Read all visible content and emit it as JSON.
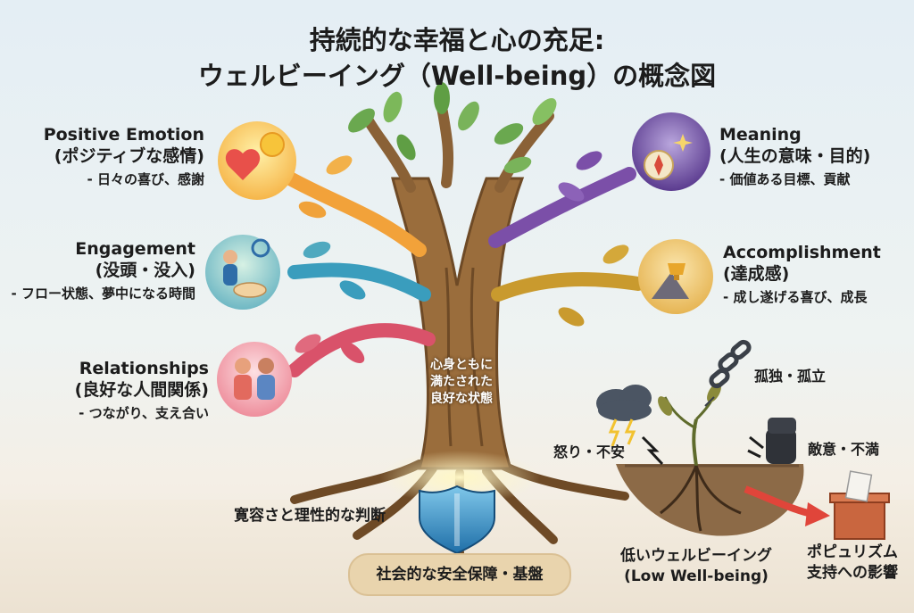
{
  "title_line1": "持続的な幸福と心の充足:",
  "title_line2": "ウェルビーイング（Well-being）の概念図",
  "left": [
    {
      "en": "Positive Emotion",
      "jp": "(ポジティブな感情)",
      "sub": "- 日々の喜び、感謝"
    },
    {
      "en": "Engagement",
      "jp": "(没頭・没入)",
      "sub": "- フロー状態、夢中になる時間"
    },
    {
      "en": "Relationships",
      "jp": "(良好な人間関係)",
      "sub": "- つながり、支え合い"
    }
  ],
  "right": [
    {
      "en": "Meaning",
      "jp": "(人生の意味・目的)",
      "sub": "- 価値ある目標、貢献"
    },
    {
      "en": "Accomplishment",
      "jp": "(達成感)",
      "sub": "- 成し遂げる喜び、成長"
    }
  ],
  "trunk_text": [
    "心身ともに",
    "満たされた",
    "良好な状態"
  ],
  "tolerance": "寛容さと理性的な判断",
  "safety": "社会的な安全保障・基盤",
  "isolation": "孤独・孤立",
  "anger": "怒り・不安",
  "hostility": "敵意・不満",
  "low_wb": [
    "低いウェルビーイング",
    "(Low Well-being)"
  ],
  "populism": [
    "ポピュリズム",
    "支持への影響"
  ],
  "colors": {
    "positive": "#f2a23a",
    "engagement": "#3a9dbd",
    "relationships": "#d9526a",
    "meaning": "#7b4fa8",
    "accomplishment": "#c99a2e",
    "trunk": "#8a6136"
  }
}
